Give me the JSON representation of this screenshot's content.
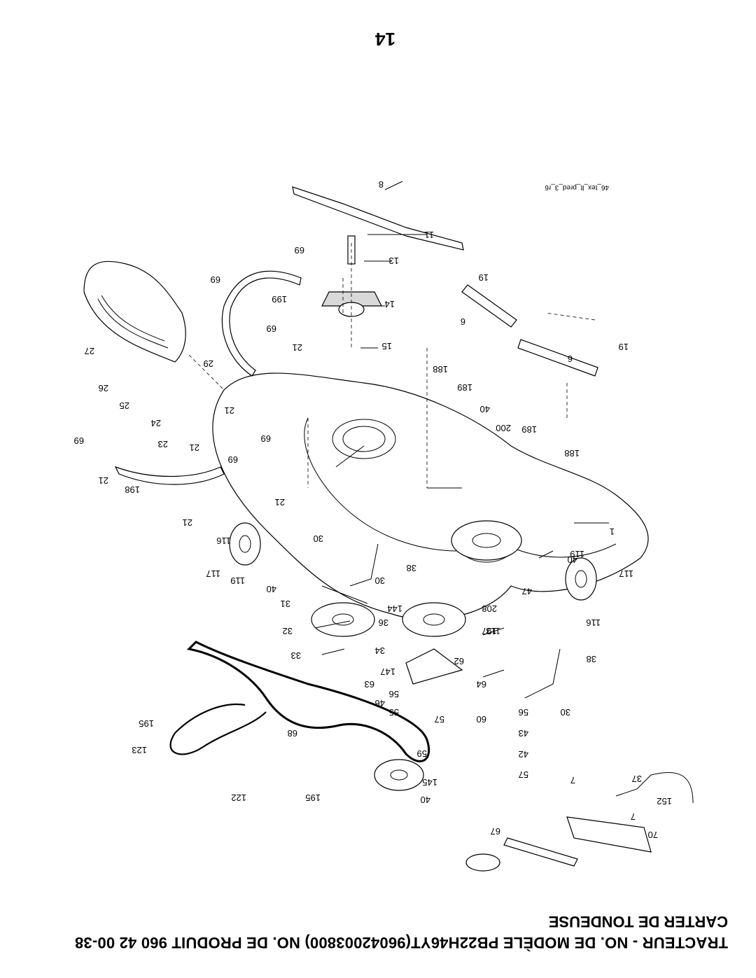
{
  "header": {
    "line1": "TRACTEUR - NO. DE MODÈLE PB22H46YT(96042003800) NO. DE PRODUIT 960 42 00-38",
    "line2": "CARTER DE TONDEUSE"
  },
  "page_number": "14",
  "drawing_ref": "46_tex_lt_pred_3_r6",
  "callouts": [
    {
      "id": "c1",
      "text": "1"
    },
    {
      "id": "c6a",
      "text": "6"
    },
    {
      "id": "c6b",
      "text": "6"
    },
    {
      "id": "c7a",
      "text": "7"
    },
    {
      "id": "c7b",
      "text": "7"
    },
    {
      "id": "c8",
      "text": "8"
    },
    {
      "id": "c11",
      "text": "11"
    },
    {
      "id": "c13",
      "text": "13"
    },
    {
      "id": "c14",
      "text": "14"
    },
    {
      "id": "c15",
      "text": "15"
    },
    {
      "id": "c19a",
      "text": "19"
    },
    {
      "id": "c19b",
      "text": "19"
    },
    {
      "id": "c21a",
      "text": "21"
    },
    {
      "id": "c21b",
      "text": "21"
    },
    {
      "id": "c21c",
      "text": "21"
    },
    {
      "id": "c21d",
      "text": "21"
    },
    {
      "id": "c21e",
      "text": "21"
    },
    {
      "id": "c21f",
      "text": "21"
    },
    {
      "id": "c23",
      "text": "23"
    },
    {
      "id": "c24",
      "text": "24"
    },
    {
      "id": "c25",
      "text": "25"
    },
    {
      "id": "c26",
      "text": "26"
    },
    {
      "id": "c27",
      "text": "27"
    },
    {
      "id": "c29",
      "text": "29"
    },
    {
      "id": "c30a",
      "text": "30"
    },
    {
      "id": "c30b",
      "text": "30"
    },
    {
      "id": "c30c",
      "text": "30"
    },
    {
      "id": "c31",
      "text": "31"
    },
    {
      "id": "c32",
      "text": "32"
    },
    {
      "id": "c33",
      "text": "33"
    },
    {
      "id": "c34",
      "text": "34"
    },
    {
      "id": "c36",
      "text": "36"
    },
    {
      "id": "c37",
      "text": "37"
    },
    {
      "id": "c38a",
      "text": "38"
    },
    {
      "id": "c38b",
      "text": "38"
    },
    {
      "id": "c40a",
      "text": "40"
    },
    {
      "id": "c40b",
      "text": "40"
    },
    {
      "id": "c40c",
      "text": "40"
    },
    {
      "id": "c40d",
      "text": "40"
    },
    {
      "id": "c42",
      "text": "42"
    },
    {
      "id": "c43",
      "text": "43"
    },
    {
      "id": "c46",
      "text": "46"
    },
    {
      "id": "c47",
      "text": "47"
    },
    {
      "id": "c55",
      "text": "55"
    },
    {
      "id": "c56a",
      "text": "56"
    },
    {
      "id": "c56b",
      "text": "56"
    },
    {
      "id": "c57a",
      "text": "57"
    },
    {
      "id": "c57b",
      "text": "57"
    },
    {
      "id": "c59",
      "text": "59"
    },
    {
      "id": "c60",
      "text": "60"
    },
    {
      "id": "c62",
      "text": "62"
    },
    {
      "id": "c63",
      "text": "63"
    },
    {
      "id": "c64",
      "text": "64"
    },
    {
      "id": "c67",
      "text": "67"
    },
    {
      "id": "c68",
      "text": "68"
    },
    {
      "id": "c69a",
      "text": "69"
    },
    {
      "id": "c69b",
      "text": "69"
    },
    {
      "id": "c69c",
      "text": "69"
    },
    {
      "id": "c69d",
      "text": "69"
    },
    {
      "id": "c69e",
      "text": "69"
    },
    {
      "id": "c69f",
      "text": "69"
    },
    {
      "id": "c70",
      "text": "70"
    },
    {
      "id": "c113",
      "text": "113"
    },
    {
      "id": "c116a",
      "text": "116"
    },
    {
      "id": "c116b",
      "text": "116"
    },
    {
      "id": "c117a",
      "text": "117"
    },
    {
      "id": "c117b",
      "text": "117"
    },
    {
      "id": "c119a",
      "text": "119"
    },
    {
      "id": "c119b",
      "text": "119"
    },
    {
      "id": "c122",
      "text": "122"
    },
    {
      "id": "c123",
      "text": "123"
    },
    {
      "id": "c144",
      "text": "144"
    },
    {
      "id": "c145",
      "text": "145"
    },
    {
      "id": "c147",
      "text": "147"
    },
    {
      "id": "c152",
      "text": "152"
    },
    {
      "id": "c188a",
      "text": "188"
    },
    {
      "id": "c188b",
      "text": "188"
    },
    {
      "id": "c189a",
      "text": "189"
    },
    {
      "id": "c189b",
      "text": "189"
    },
    {
      "id": "c195a",
      "text": "195"
    },
    {
      "id": "c195b",
      "text": "195"
    },
    {
      "id": "c197",
      "text": "197"
    },
    {
      "id": "c198",
      "text": "198"
    },
    {
      "id": "c199",
      "text": "199"
    },
    {
      "id": "c200",
      "text": "200"
    },
    {
      "id": "c208",
      "text": "208"
    }
  ]
}
